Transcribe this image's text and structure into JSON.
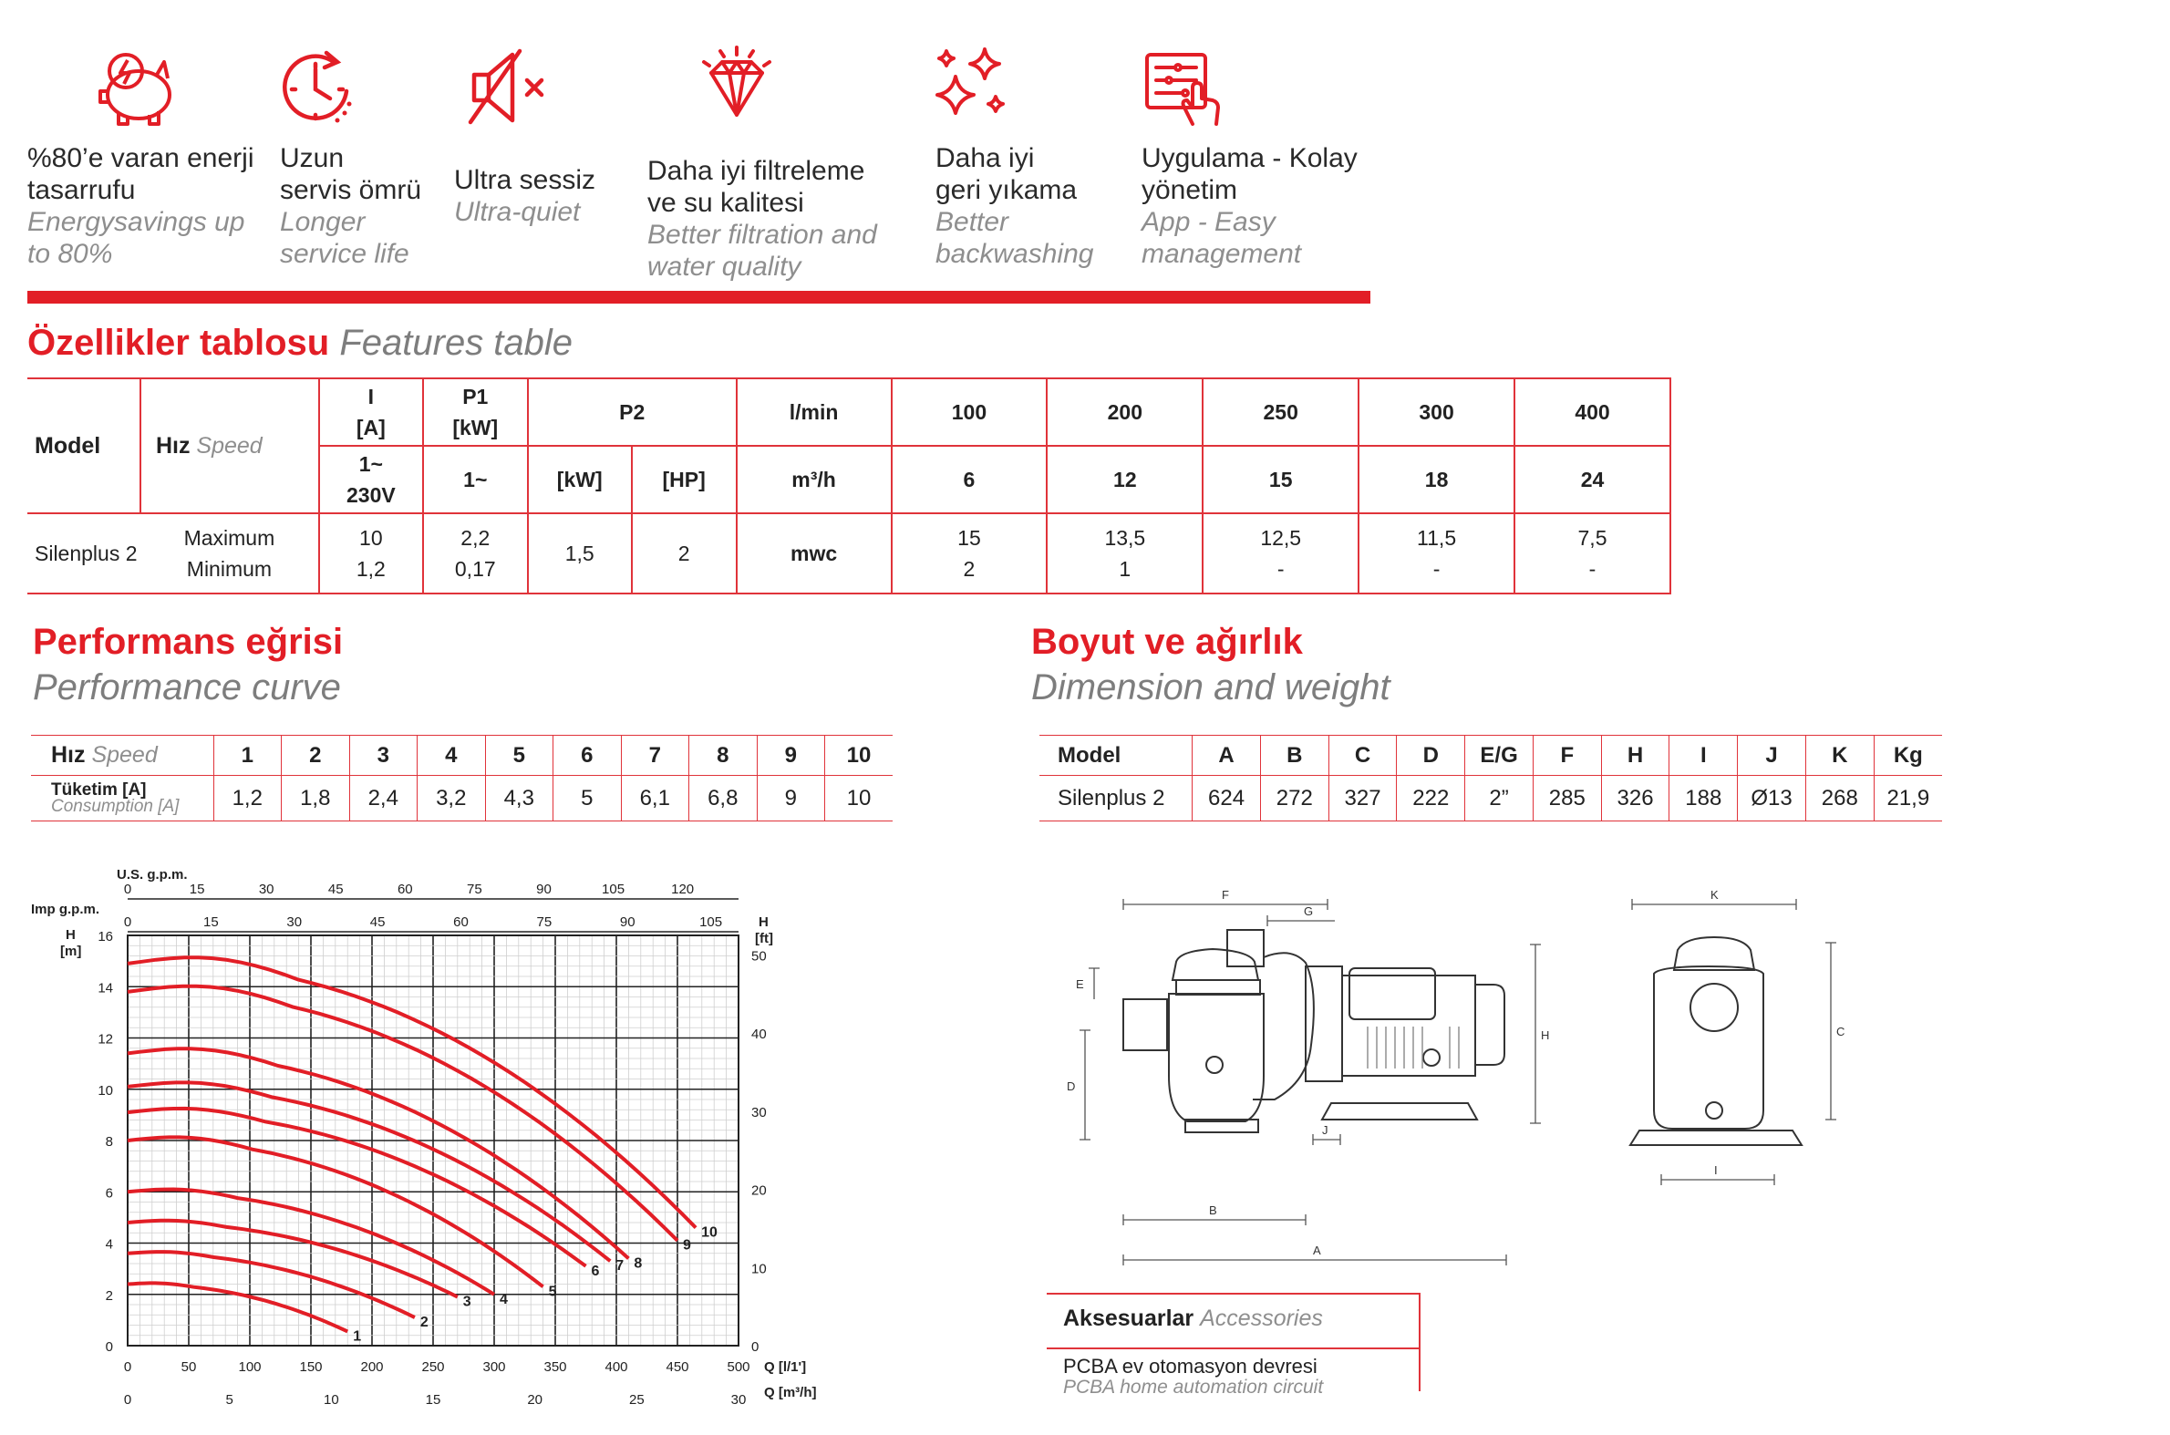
{
  "features": [
    {
      "icon": "piggy-bank-lightning-icon",
      "tr": [
        "%80’e varan enerji",
        "tasarrufu"
      ],
      "en": [
        "Energysavings up",
        "to 80%"
      ]
    },
    {
      "icon": "clock-arrow-icon",
      "tr": [
        "Uzun",
        "servis ömrü"
      ],
      "en": [
        "Longer",
        "service life"
      ]
    },
    {
      "icon": "speaker-mute-icon",
      "tr": [
        "Ultra sessiz"
      ],
      "en": [
        "Ultra-quiet"
      ]
    },
    {
      "icon": "diamond-icon",
      "tr": [
        "Daha iyi filtreleme",
        "ve su kalitesi"
      ],
      "en": [
        "Better filtration and",
        "water quality"
      ]
    },
    {
      "icon": "sparkles-icon",
      "tr": [
        "Daha iyi",
        "geri yıkama"
      ],
      "en": [
        "Better",
        "backwashing"
      ]
    },
    {
      "icon": "tablet-touch-icon",
      "tr": [
        "Uygulama - Kolay",
        "yönetim"
      ],
      "en": [
        "App - Easy",
        "management"
      ]
    }
  ],
  "features_table": {
    "title_tr": "Özellikler tablosu",
    "title_en": "Features table",
    "h_model": "Model",
    "h_speed_tr": "Hız",
    "h_speed_en": "Speed",
    "h_i": [
      "I",
      "[A]"
    ],
    "h_p1": [
      "P1",
      "[kW]"
    ],
    "h_p2": "P2",
    "h_lmin": "l/min",
    "flows": [
      "100",
      "200",
      "250",
      "300",
      "400"
    ],
    "h_phase_i": [
      "1~",
      "230V"
    ],
    "h_phase_p1": "1~",
    "h_kw": "[kW]",
    "h_hp": "[HP]",
    "h_m3h": "m³/h",
    "m3h": [
      "6",
      "12",
      "15",
      "18",
      "24"
    ],
    "model": "Silenplus 2",
    "speeds": [
      "Maximum",
      "Minimum"
    ],
    "i_vals": [
      "10",
      "1,2"
    ],
    "p1_vals": [
      "2,2",
      "0,17"
    ],
    "p2_kw": "1,5",
    "p2_hp": "2",
    "mwc": "mwc",
    "max_heads": [
      "15",
      "13,5",
      "12,5",
      "11,5",
      "7,5"
    ],
    "min_heads": [
      "2",
      "1",
      "-",
      "-",
      "-"
    ]
  },
  "performance": {
    "title_tr": "Performans eğrisi",
    "title_en": "Performance curve",
    "speed_tr": "Hız",
    "speed_en": "Speed",
    "speeds": [
      "1",
      "2",
      "3",
      "4",
      "5",
      "6",
      "7",
      "8",
      "9",
      "10"
    ],
    "cons_tr": "Tüketim [A]",
    "cons_en": "Consumption [A]",
    "consumption": [
      "1,2",
      "1,8",
      "2,4",
      "3,2",
      "4,3",
      "5",
      "6,1",
      "6,8",
      "9",
      "10"
    ]
  },
  "chart_data": {
    "type": "line",
    "x_label": "Q [l/1']",
    "x_label_2": "Q [m³/h]",
    "y_label_left": "H [m]",
    "y_label_right": "H [ft]",
    "top_label_1": "U.S. g.p.m.",
    "top_label_2": "Imp g.p.m.",
    "x_lim": [
      0,
      500
    ],
    "y_lim": [
      0,
      16
    ],
    "x_ticks": [
      0,
      50,
      100,
      150,
      200,
      250,
      300,
      350,
      400,
      450,
      500
    ],
    "x_ticks_m3h": [
      0,
      5,
      10,
      15,
      20,
      25,
      30
    ],
    "y_ticks": [
      0,
      2,
      4,
      6,
      8,
      10,
      12,
      14,
      16
    ],
    "y_ticks_ft": [
      0,
      10,
      20,
      30,
      40,
      50
    ],
    "usgpm_ticks": [
      0,
      15,
      30,
      45,
      60,
      75,
      90,
      105,
      120
    ],
    "impgpm_ticks": [
      0,
      15,
      30,
      45,
      60,
      75,
      90,
      105
    ],
    "grid": true,
    "series": [
      {
        "name": "1",
        "h0": 2.4,
        "qmax": 180,
        "hend": 0.55
      },
      {
        "name": "2",
        "h0": 3.6,
        "qmax": 235,
        "hend": 1.1
      },
      {
        "name": "3",
        "h0": 4.8,
        "qmax": 270,
        "hend": 1.9
      },
      {
        "name": "4",
        "h0": 6.0,
        "qmax": 300,
        "hend": 2.0
      },
      {
        "name": "5",
        "h0": 8.0,
        "qmax": 340,
        "hend": 2.3
      },
      {
        "name": "6",
        "h0": 9.1,
        "qmax": 375,
        "hend": 3.1
      },
      {
        "name": "7",
        "h0": 10.1,
        "qmax": 395,
        "hend": 3.3
      },
      {
        "name": "8",
        "h0": 11.4,
        "qmax": 410,
        "hend": 3.4
      },
      {
        "name": "9",
        "h0": 13.8,
        "qmax": 450,
        "hend": 4.1
      },
      {
        "name": "10",
        "h0": 14.9,
        "qmax": 465,
        "hend": 4.6
      }
    ]
  },
  "dimension": {
    "title_tr": "Boyut ve ağırlık",
    "title_en": "Dimension and weight",
    "headers": [
      "Model",
      "A",
      "B",
      "C",
      "D",
      "E/G",
      "F",
      "H",
      "I",
      "J",
      "K",
      "Kg"
    ],
    "values": [
      "Silenplus 2",
      "624",
      "272",
      "327",
      "222",
      "2”",
      "285",
      "326",
      "188",
      "Ø13",
      "268",
      "21,9"
    ],
    "drawing_labels": {
      "A": "A",
      "B": "B",
      "C": "C",
      "D": "D",
      "E": "E",
      "F": "F",
      "G": "G",
      "H": "H",
      "I": "I",
      "J": "J",
      "K": "K"
    }
  },
  "accessories": {
    "title_tr": "Aksesuarlar",
    "title_en": "Accessories",
    "item_tr": "PCBA ev otomasyon devresi",
    "item_en": "PCBA home automation circuit"
  },
  "colors": {
    "accent": "#e21e26",
    "grey_text": "#8e8e8e"
  }
}
